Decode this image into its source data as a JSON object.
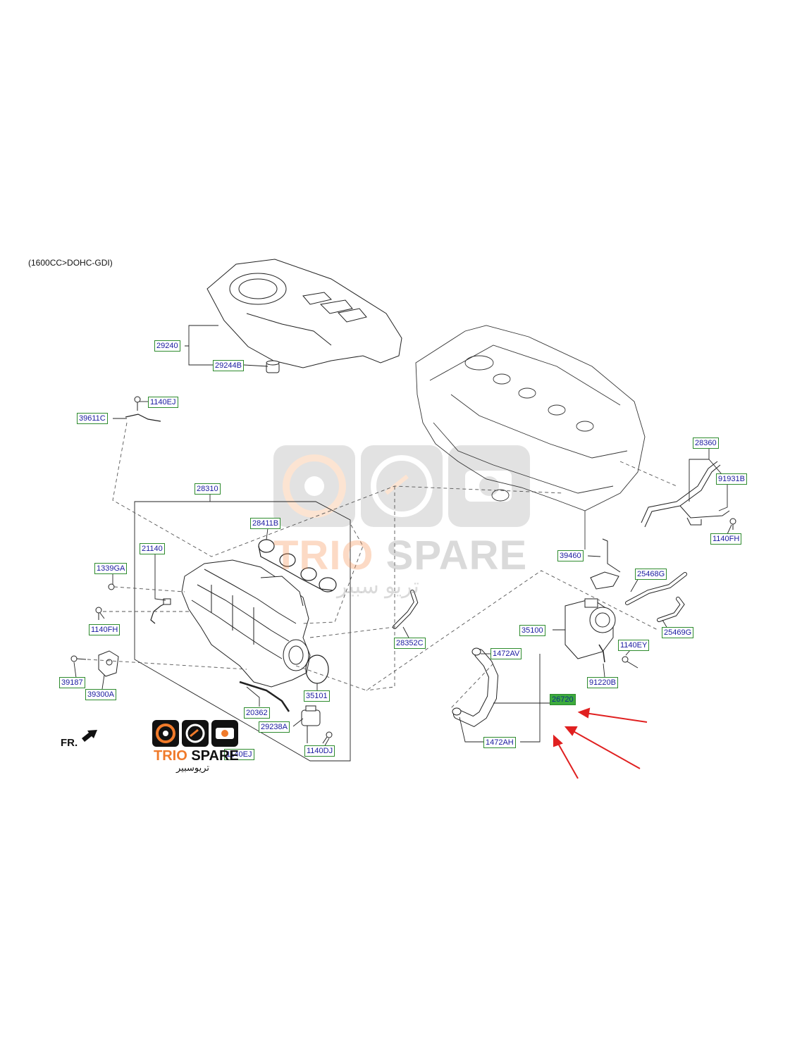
{
  "header": {
    "variant": "(1600CC>DOHC-GDI)"
  },
  "direction": {
    "label": "FR."
  },
  "watermark": {
    "brand_accent": "TRIO",
    "brand_rest": " SPARE",
    "arabic": "تريو سبير",
    "accent_color": "#f07a2a"
  },
  "logo": {
    "brand_accent": "TRIO",
    "brand_rest": " SPARE",
    "arabic": "تريوسبير"
  },
  "parts": {
    "p29240": "29240",
    "p29244B": "29244B",
    "p1140EJ_top": "1140EJ",
    "p39611C": "39611C",
    "p28310": "28310",
    "p28411B": "28411B",
    "p21140": "21140",
    "p1339GA": "1339GA",
    "p1140FH_left": "1140FH",
    "p39187": "39187",
    "p39300A": "39300A",
    "p20362": "20362",
    "p35101": "35101",
    "p29238A": "29238A",
    "p1140DJ": "1140DJ",
    "p1140EJ_bottom": "1140EJ",
    "p28352C": "28352C",
    "p28360": "28360",
    "p91931B": "91931B",
    "p1140FH_right": "1140FH",
    "p39460": "39460",
    "p25468G": "25468G",
    "p35100": "35100",
    "p25469G": "25469G",
    "p1140EY": "1140EY",
    "p91220B": "91220B",
    "p1472AV": "1472AV",
    "p26720": "26720",
    "p1472AH": "1472AH"
  },
  "colors": {
    "label_text": "#1a1aa0",
    "label_border": "#2e8b2e",
    "highlight": "#3cab3c",
    "arrow": "#e02020",
    "line": "#222222"
  }
}
